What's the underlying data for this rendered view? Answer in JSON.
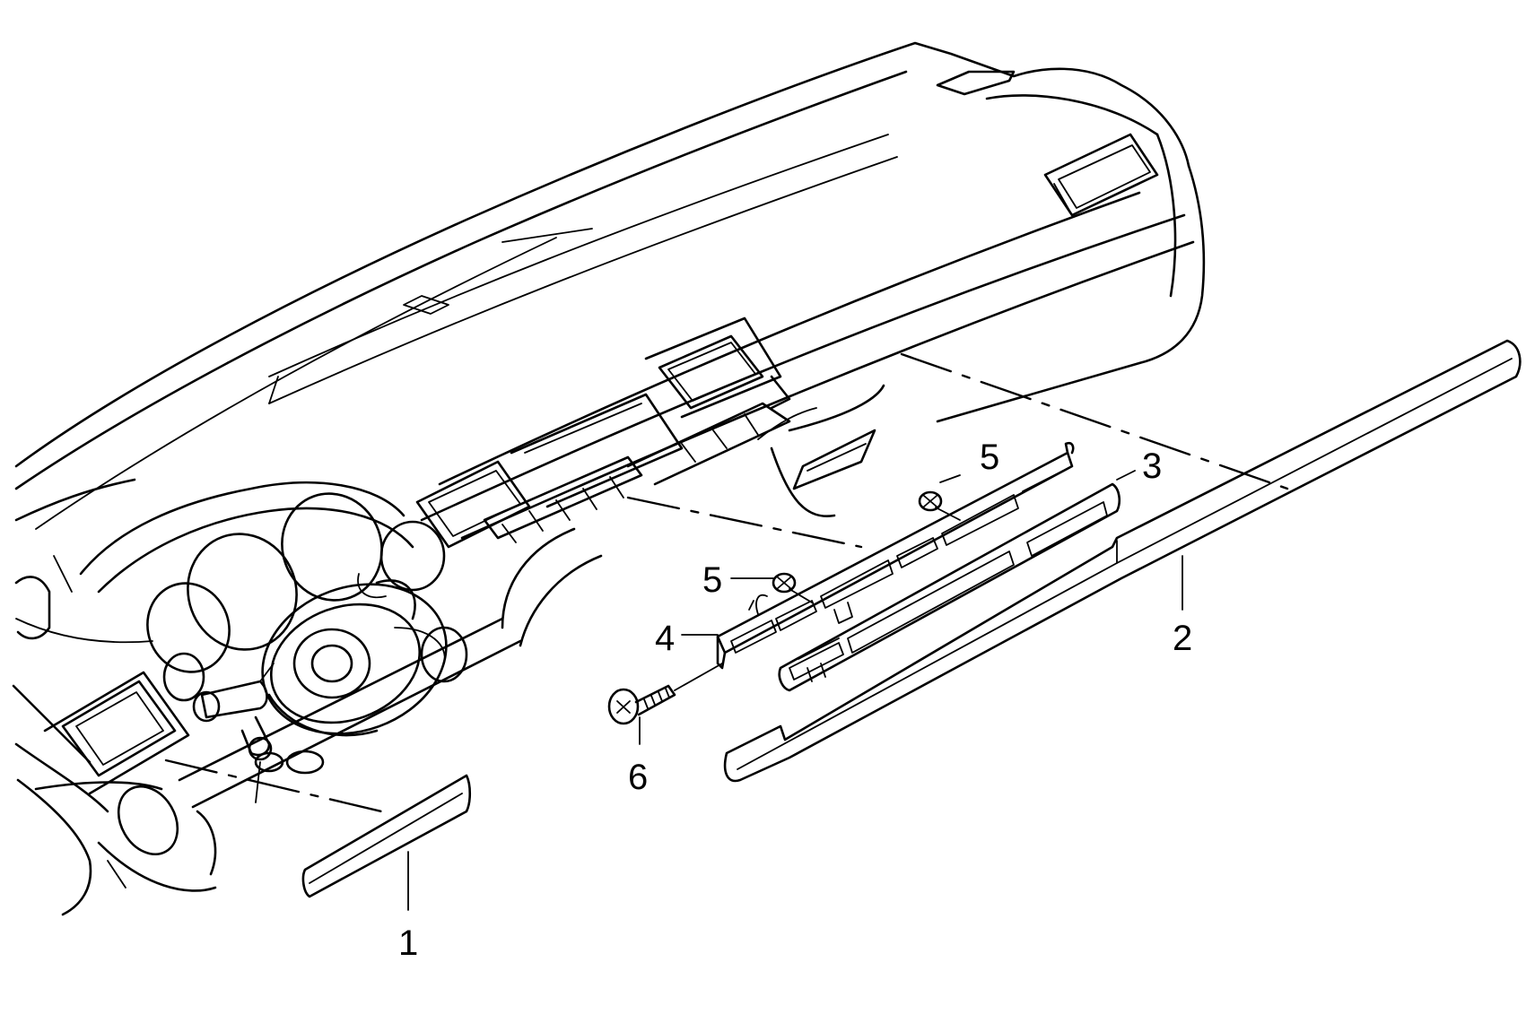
{
  "diagram": {
    "parts": [
      {
        "id": "1",
        "label": "1"
      },
      {
        "id": "2",
        "label": "2"
      },
      {
        "id": "3",
        "label": "3"
      },
      {
        "id": "4",
        "label": "4"
      },
      {
        "id": "5a",
        "label": "5"
      },
      {
        "id": "5b",
        "label": "5"
      },
      {
        "id": "6",
        "label": "6"
      }
    ],
    "colors": {
      "line": "#000000",
      "background": "#ffffff"
    }
  }
}
